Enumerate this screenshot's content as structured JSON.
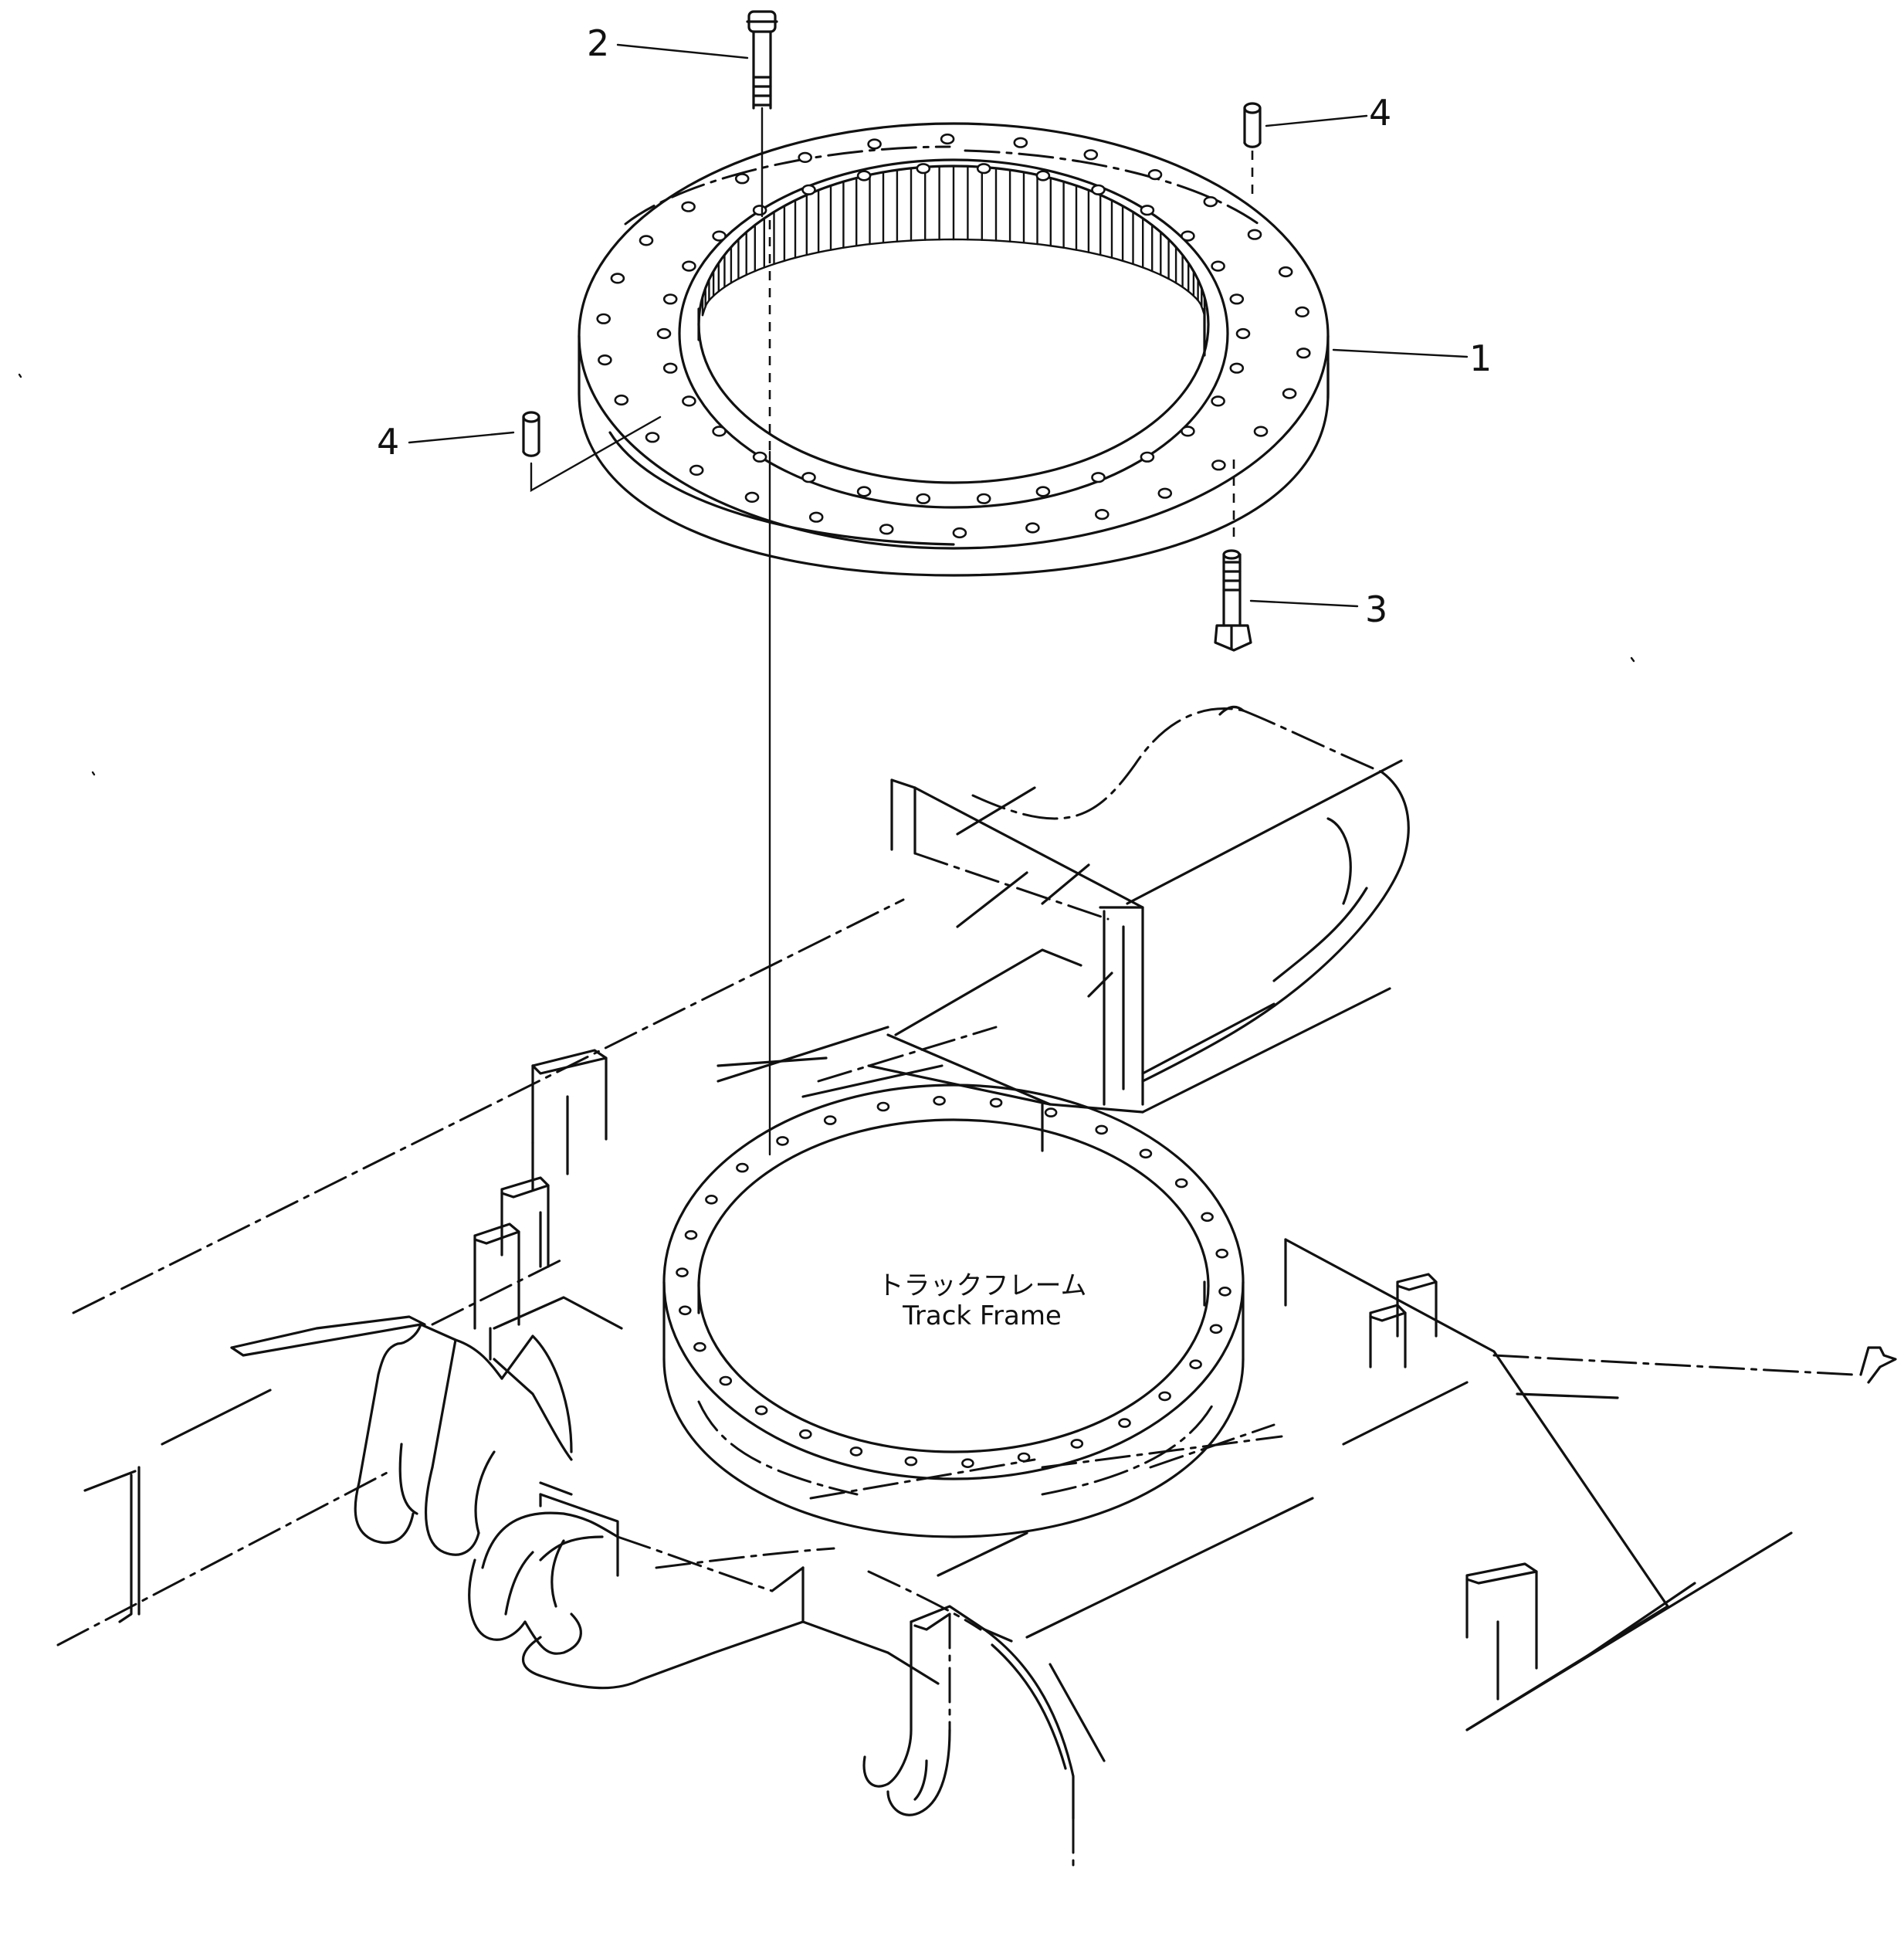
{
  "callouts": {
    "c1": "1",
    "c2": "2",
    "c3": "3",
    "c4a": "4",
    "c4b": "4"
  },
  "label": {
    "jp": "トラックフレーム",
    "en": "Track  Frame"
  },
  "colors": {
    "ink": "#111111",
    "paper": "#ffffff"
  }
}
